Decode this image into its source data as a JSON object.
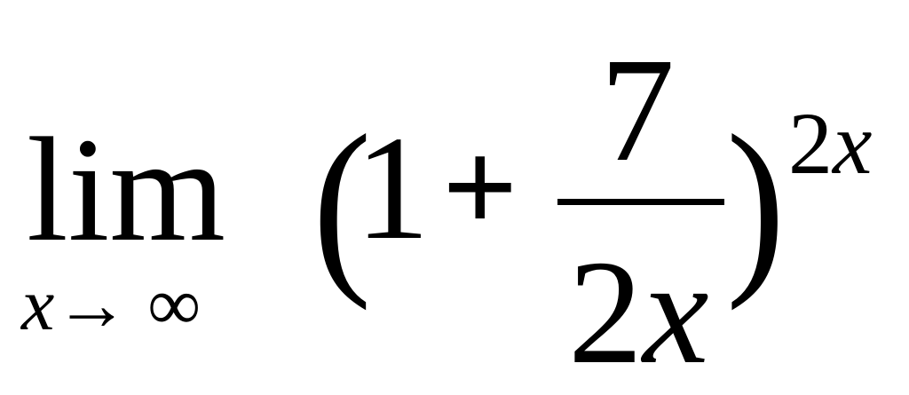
{
  "formula": {
    "operator": "lim",
    "subscript_variable": "x",
    "arrow": "→",
    "limit_value": "∞",
    "left_paren": "(",
    "one": "1",
    "plus": "+",
    "numerator": "7",
    "denominator_coefficient": "2",
    "denominator_variable": "x",
    "right_paren": ")",
    "exponent_coefficient": "2",
    "exponent_variable": "x"
  }
}
